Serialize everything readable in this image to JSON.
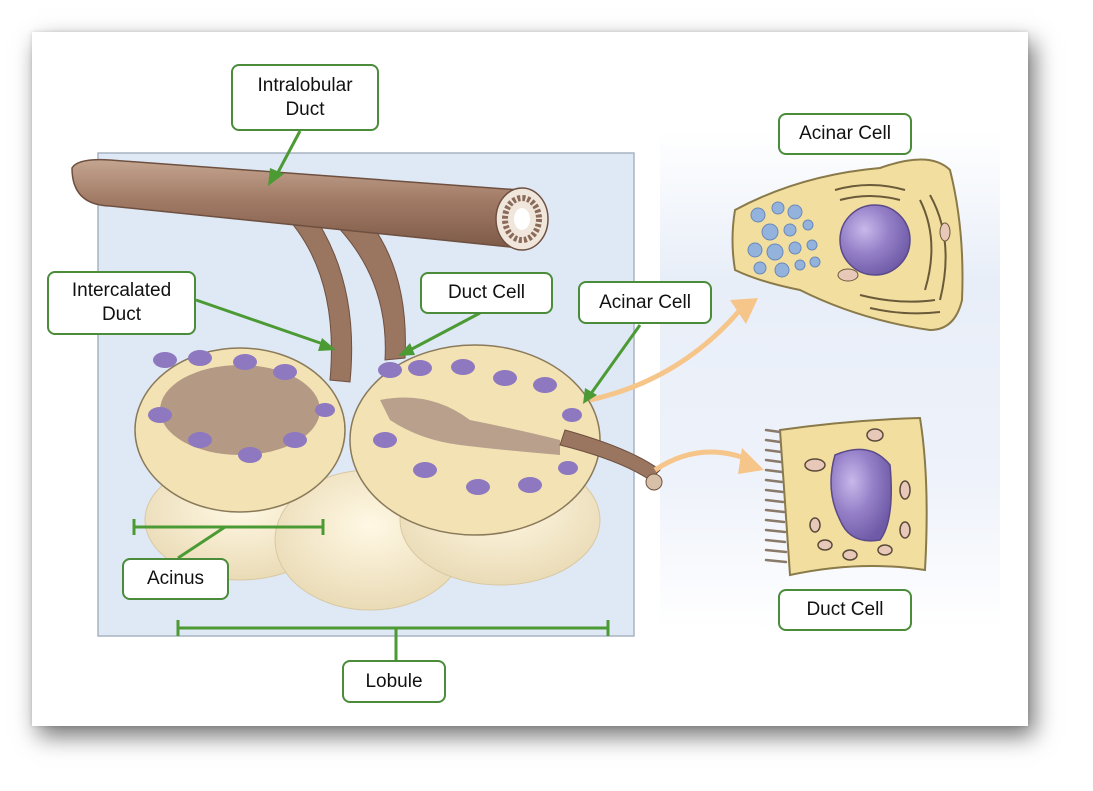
{
  "title": "Pancreas exocrine structure: lobule, acinus, ducts and cells",
  "labels": {
    "intralobular_duct": "Intralobular\nDuct",
    "intercalated_duct": "Intercalated\nDuct",
    "duct_cell_pointer": "Duct Cell",
    "acinar_cell_pointer": "Acinar Cell",
    "acinar_cell_detail": "Acinar Cell",
    "duct_cell_detail": "Duct Cell",
    "acinus": "Acinus",
    "lobule": "Lobule"
  },
  "colors": {
    "label_border": "#4a8c3a",
    "arrow_green": "#4c9a34",
    "lobule_panel": "#dfe8f5",
    "duct_brown": "#9a7560",
    "cell_yellow": "#f2dfa0",
    "nucleus_purple": "#8e78c0",
    "vesicle_blue": "#94b3dc",
    "callout_orange": "#f6c58a"
  }
}
